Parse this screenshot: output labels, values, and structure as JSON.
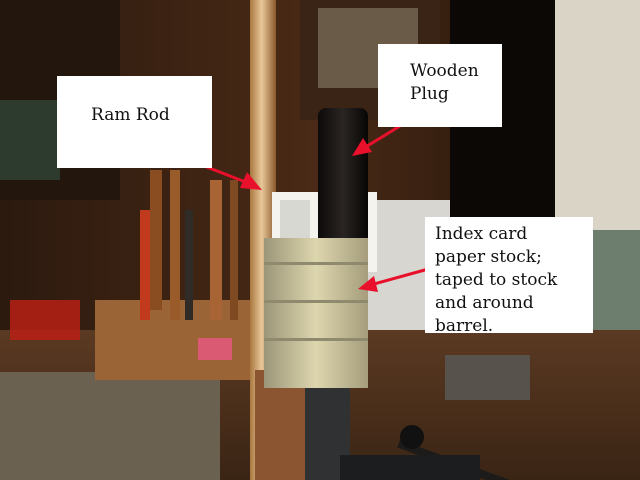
{
  "callouts": {
    "ram_rod": "Ram Rod",
    "wooden_plug": "Wooden\nPlug",
    "index_card": "Index card\npaper stock;\ntaped to stock\nand around\nbarrel."
  },
  "colors": {
    "arrow": "#e8102a",
    "callout_bg": "#ffffff"
  }
}
